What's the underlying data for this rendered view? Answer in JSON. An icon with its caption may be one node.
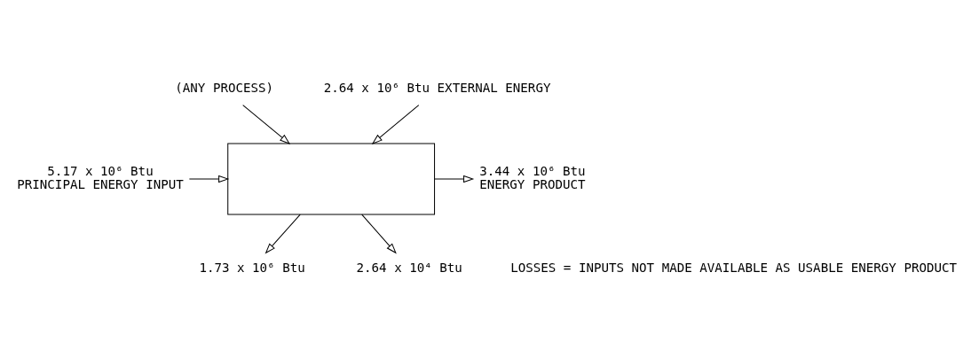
{
  "diagram": {
    "nodes": [
      {
        "text": [],
        "shape": "box"
      },
      {
        "text": [
          "(ANY PROCESS)"
        ]
      },
      {
        "text": [
          "2.64 x 10⁶ Btu EXTERNAL ENERGY"
        ]
      },
      {
        "text": [
          "5.17 x 10⁶ Btu",
          "PRINCIPAL ENERGY INPUT"
        ]
      },
      {
        "text": [
          "3.44 x 10⁶ Btu",
          "ENERGY PRODUCT"
        ]
      },
      {
        "text": [
          "1.73 x 10⁶ Btu"
        ]
      },
      {
        "text": [
          "2.64 x 10⁴ Btu"
        ]
      }
    ],
    "edges": [
      {
        "from": 1,
        "to": 0,
        "arrow": "to"
      },
      {
        "from": 2,
        "to": 0,
        "arrow": "to"
      },
      {
        "from": 3,
        "to": 0,
        "arrow": "to"
      },
      {
        "from": 0,
        "to": 4,
        "arrow": "to"
      },
      {
        "from": 0,
        "to": 5,
        "arrow": "to"
      },
      {
        "from": 0,
        "to": 6,
        "arrow": "to"
      }
    ],
    "labels": [
      "LOSSES = INPUTS NOT MADE AVAILABLE AS USABLE ENERGY PRODUCT"
    ]
  }
}
